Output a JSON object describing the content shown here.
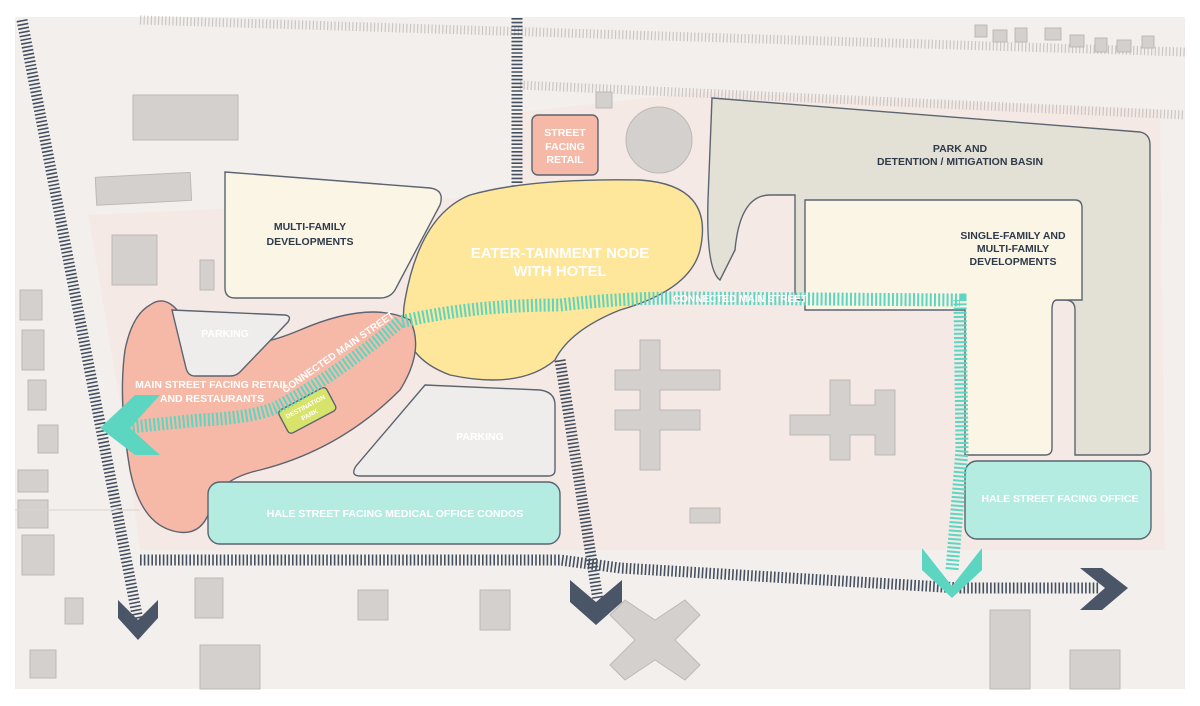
{
  "labels": {
    "park_basin_line1": "PARK AND",
    "park_basin_line2": "DETENTION / MITIGATION BASIN",
    "street_retail_line1": "STREET",
    "street_retail_line2": "FACING",
    "street_retail_line3": "RETAIL",
    "multifamily_line1": "MULTI-FAMILY",
    "multifamily_line2": "DEVELOPMENTS",
    "eatertainment_line1": "EATER-TAINMENT NODE",
    "eatertainment_line2": "WITH HOTEL",
    "single_family_line1": "SINGLE-FAMILY AND",
    "single_family_line2": "MULTI-FAMILY",
    "single_family_line3": "DEVELOPMENTS",
    "parking_north": "PARKING",
    "parking_south": "PARKING",
    "main_street_retail_line1": "MAIN STREET FACING RETAIL",
    "main_street_retail_line2": "AND RESTAURANTS",
    "destination_park_line1": "DESTINATION",
    "destination_park_line2": "PARK",
    "connected_main_street_west": "CONNECTED MAIN STREET",
    "connected_main_street_east": "CONNECTED MAIN STREET",
    "medical_office": "HALE STREET FACING MEDICAL OFFICE CONDOS",
    "hale_office": "HALE STREET FACING OFFICE"
  },
  "colors": {
    "background": "#f2efed",
    "retail": "#f6b9a7",
    "eatertainment": "#fee69b",
    "connector": "#5dd6c1",
    "office": "#b5ece2",
    "park": "#e3e1d5",
    "residential": "#fbf5e6",
    "parking": "#efedeb",
    "destination_park": "#d7e36a",
    "road": "#44505f"
  }
}
